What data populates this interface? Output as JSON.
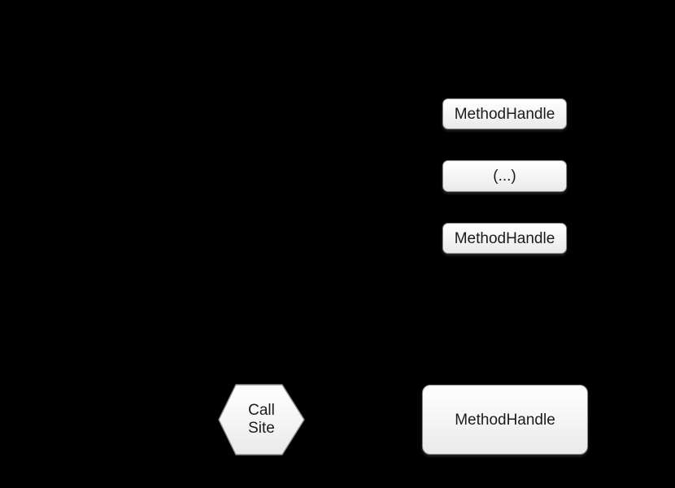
{
  "canvas": {
    "background": "#000000"
  },
  "colors": {
    "node_fill_top": "#ffffff",
    "node_fill_bottom": "#e9e9e9",
    "node_border": "#8d8d8d",
    "node_text": "#1b1b1b"
  },
  "nodes": {
    "chain": [
      {
        "label": "MethodHandle"
      },
      {
        "label": "(...)"
      },
      {
        "label": "MethodHandle"
      }
    ],
    "call_site": {
      "label": "Call\nSite"
    },
    "target": {
      "label": "MethodHandle"
    }
  }
}
